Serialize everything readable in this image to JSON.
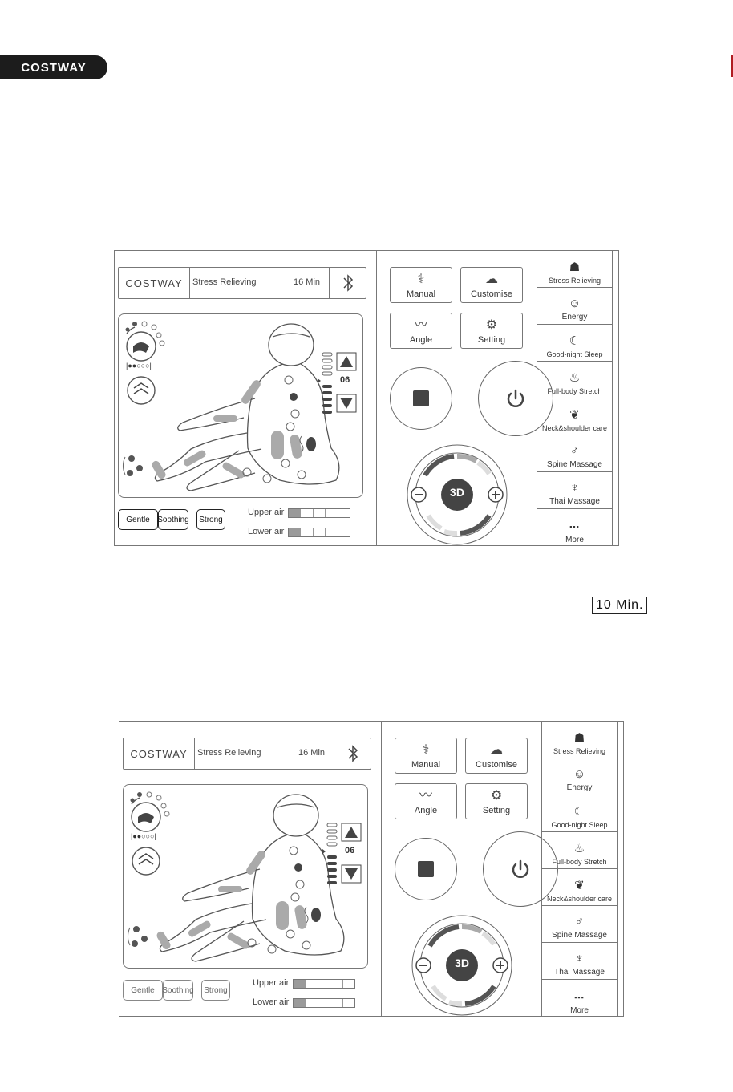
{
  "brand": "COSTWAY",
  "note": "10 Min.",
  "panels": [
    {
      "header": {
        "logo": "COSTWAY",
        "mode": "Stress Relieving",
        "time": "16 Min"
      },
      "level": "06",
      "intensity": [
        "Gentle",
        "Soothing",
        "Strong"
      ],
      "intensity_selected": [
        true,
        true,
        true
      ],
      "air": [
        {
          "label": "Upper air",
          "level": 1,
          "max": 5
        },
        {
          "label": "Lower air",
          "level": 1,
          "max": 5
        }
      ],
      "buttons": [
        {
          "label": "Manual",
          "icon": "massage-person-icon"
        },
        {
          "label": "Customise",
          "icon": "cloud-gear-icon"
        },
        {
          "label": "Angle",
          "icon": "recline-icon"
        },
        {
          "label": "Setting",
          "icon": "gear-icon"
        }
      ],
      "center": "3D",
      "programs": [
        {
          "label": "Stress Relieving",
          "icon": "stress-icon"
        },
        {
          "label": "Energy",
          "icon": "energy-icon"
        },
        {
          "label": "Good-night Sleep",
          "icon": "moon-icon"
        },
        {
          "label": "Full-body Stretch",
          "icon": "stretch-icon"
        },
        {
          "label": "Neck&shoulder care",
          "icon": "neck-icon"
        },
        {
          "label": "Spine Massage",
          "icon": "spine-icon"
        },
        {
          "label": "Thai Massage",
          "icon": "thai-icon"
        },
        {
          "label": "More",
          "icon": "more-icon"
        }
      ]
    },
    {
      "header": {
        "logo": "COSTWAY",
        "mode": "Stress Relieving",
        "time": "16 Min"
      },
      "level": "06",
      "intensity": [
        "Gentle",
        "Soothing",
        "Strong"
      ],
      "intensity_selected": [
        false,
        false,
        false
      ],
      "air": [
        {
          "label": "Upper air",
          "level": 1,
          "max": 5
        },
        {
          "label": "Lower air",
          "level": 1,
          "max": 5
        }
      ],
      "buttons": [
        {
          "label": "Manual",
          "icon": "massage-person-icon"
        },
        {
          "label": "Customise",
          "icon": "cloud-gear-icon"
        },
        {
          "label": "Angle",
          "icon": "recline-icon"
        },
        {
          "label": "Setting",
          "icon": "gear-icon"
        }
      ],
      "center": "3D",
      "programs": [
        {
          "label": "Stress Relieving",
          "icon": "stress-icon"
        },
        {
          "label": "Energy",
          "icon": "energy-icon"
        },
        {
          "label": "Good-night Sleep",
          "icon": "moon-icon"
        },
        {
          "label": "Full-body Stretch",
          "icon": "stretch-icon"
        },
        {
          "label": "Neck&shoulder care",
          "icon": "neck-icon"
        },
        {
          "label": "Spine Massage",
          "icon": "spine-icon"
        },
        {
          "label": "Thai Massage",
          "icon": "thai-icon"
        },
        {
          "label": "More",
          "icon": "more-icon"
        }
      ]
    }
  ]
}
